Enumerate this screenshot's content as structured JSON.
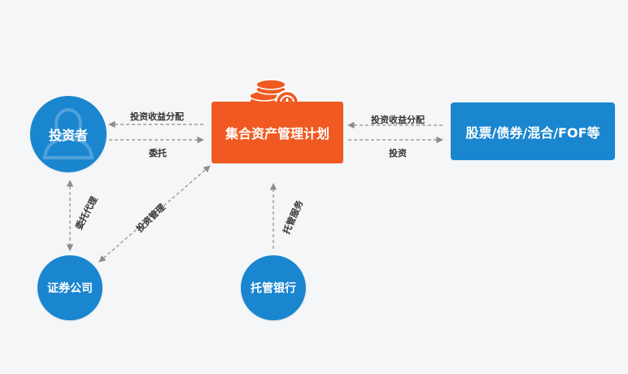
{
  "nodes": {
    "investor": "投资者",
    "plan": "集合资产管理计划",
    "assets": "股票/债券/混合/FOF等",
    "broker": "证券公司",
    "custodian": "托管银行"
  },
  "edges": {
    "return_to_investor": "投资收益分配",
    "entrust": "委托",
    "return_from_assets": "投资收益分配",
    "invest": "投资",
    "agency": "委托代理",
    "investment_management": "投资管理",
    "custody": "托管服务"
  },
  "colors": {
    "blue": "#1a86cf",
    "orange": "#f05a22",
    "arrow": "#8c8c8c"
  },
  "icons": {
    "coins": "coins-plus-icon",
    "investor": "person-silhouette-icon"
  }
}
